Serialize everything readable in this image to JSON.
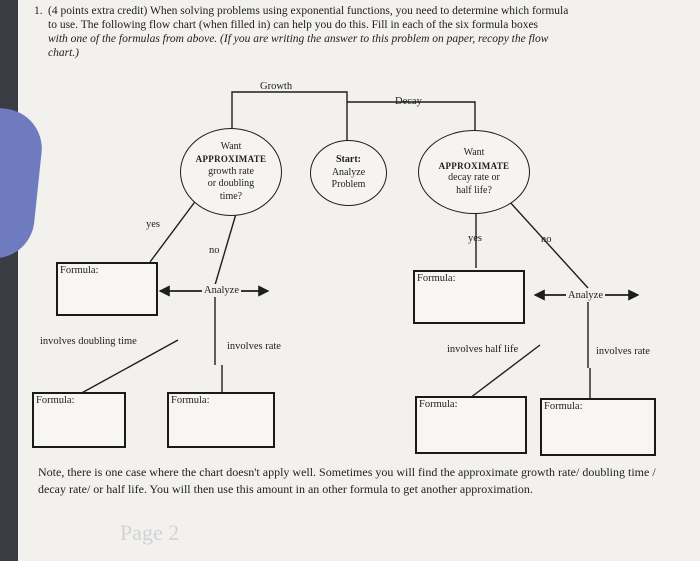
{
  "intro": {
    "number": "1.",
    "lines": [
      "(4 points extra credit) When solving problems using exponential functions, you need to determine which formula",
      "to use.  The following flow chart (when filled in) can help you do this.  Fill in each of the six formula boxes",
      "with one of the formulas from above.  (If you are writing the answer to this problem on paper, recopy the flow",
      "chart.)"
    ]
  },
  "chart": {
    "growth": "Growth",
    "decay": "Decay",
    "start": {
      "line1": "Start:",
      "line2": "Analyze",
      "line3": "Problem"
    },
    "left_q": {
      "line1": "Want",
      "line2": "APPROXIMATE",
      "line3": "growth rate",
      "line4": "or doubling",
      "line5": "time?"
    },
    "right_q": {
      "line1": "Want",
      "line2": "APPROXIMATE",
      "line3": "decay rate or",
      "line4": "half life?"
    },
    "left_yes": "yes",
    "left_no": "no",
    "right_yes": "yes",
    "right_no": "no",
    "analyze_left": "Analyze",
    "analyze_right": "Analyze",
    "involves_doubling": "involves doubling time",
    "involves_rate_left": "involves rate",
    "involves_half_life": "involves half life",
    "involves_rate_right": "involves rate",
    "formula_label": "Formula:"
  },
  "note": "Note, there is one case where the chart doesn't apply well.  Sometimes you will find the approximate growth rate/ doubling time / decay rate/ or half life.  You will then use this amount in an other formula to get another approximation.",
  "footer": "Page 2",
  "colors": {
    "background": "#3a3c44",
    "paper": "#f2f1ee",
    "ink": "#1e1e1e",
    "thumb": "#6f7bbf"
  }
}
